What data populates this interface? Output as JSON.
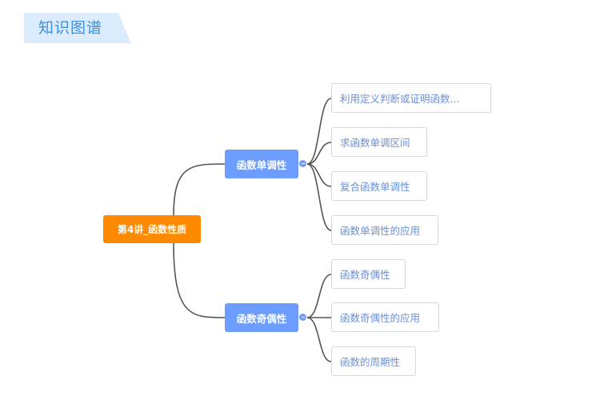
{
  "header": {
    "title": "知识图谱"
  },
  "mindmap": {
    "root": "第4讲_函数性质",
    "branches": [
      {
        "label": "函数单调性",
        "children": [
          "利用定义判断或证明函数...",
          "求函数单调区间",
          "复合函数单调性",
          "函数单调性的应用"
        ]
      },
      {
        "label": "函数奇偶性",
        "children": [
          "函数奇偶性",
          "函数奇偶性的应用",
          "函数的周期性"
        ]
      }
    ]
  },
  "colors": {
    "root": "#ff8a00",
    "branch": "#6d9eff",
    "leaf_text": "#6b8fd6",
    "leaf_border": "#d3d7de",
    "connector": "#555555",
    "header_bg": "#dcecfc",
    "header_text": "#3d8fe0"
  }
}
